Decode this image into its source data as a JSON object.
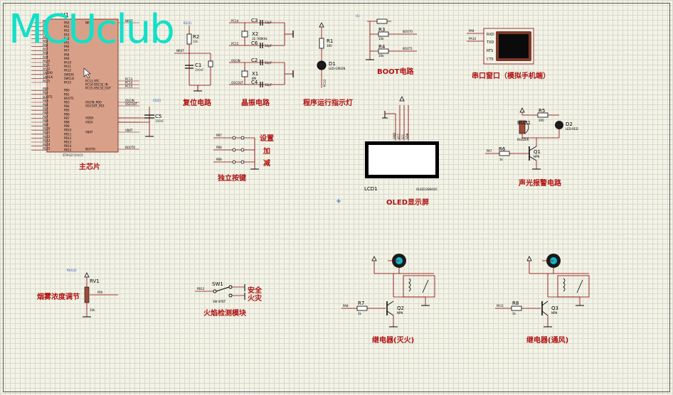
{
  "watermark": "MCUclub",
  "mcu": {
    "ref": "U1",
    "part": "STM32F103C6",
    "title": "主芯片",
    "left_pins": [
      "PA0",
      "PA1",
      "PA2",
      "PA3",
      "PA4",
      "PA5",
      "PA6",
      "PA7",
      "PA8",
      "PA9",
      "PA10",
      "PA11",
      "PA12",
      "SWDIO",
      "SWCLK",
      "PA15",
      "",
      "PB0",
      "PB1",
      "BOOT1",
      "PB3",
      "PB4",
      "PB5",
      "PB6",
      "PB7",
      "PB8",
      "PB9",
      "PB10",
      "PB11",
      "PB12",
      "PB13",
      "PB14",
      "PB15"
    ],
    "right_pins": [
      "NRST",
      "PC13_RTC",
      "PC14-OSC32_IN",
      "PC15-OSC32_OUT",
      "OSCIN_PD0",
      "OSCOUT_PD1",
      "VDDA",
      "VSSA",
      "VBAT",
      "BOOT0"
    ],
    "right_nets": [
      "NRST",
      "PC13",
      "PC14",
      "PC15",
      "OSCIN",
      "OSCOUT",
      "",
      "",
      "VBAT",
      "BOOT0"
    ]
  },
  "reset": {
    "title": "复位电路",
    "r_ref": "R2",
    "r_val": "10k",
    "c_ref": "C1",
    "c_val": "100nF",
    "net": "NRST",
    "supply": "R2(2)"
  },
  "crystal": {
    "title": "晶振电路",
    "c3": "C3",
    "c6": "C6",
    "c2": "C2",
    "c4": "C4",
    "cval": "12pF",
    "x2": "X2",
    "x2_val": "32.768KHz",
    "x1": "X1",
    "x1_val": "8M",
    "nets": [
      "PC14",
      "PC15",
      "OSCIN",
      "OSCOUT"
    ]
  },
  "led": {
    "title": "程序运行指示灯",
    "r_ref": "R1",
    "r_val": "300",
    "d_ref": "D1",
    "d_val": "LED-GREEN",
    "net": "PC13"
  },
  "boot": {
    "title": "BOOT电路",
    "r3": "R3",
    "r4": "R4",
    "rval": "10k",
    "nets": [
      "BOOT0",
      "BOOT1"
    ],
    "supply": "(1)"
  },
  "uart": {
    "title": "串口窗口（模拟手机端）",
    "pins": [
      "RXD",
      "TXD",
      "RTS",
      "CTS"
    ],
    "nets": [
      "PA9",
      "PA10"
    ]
  },
  "c5": {
    "ref": "C5",
    "val": "100nF",
    "supply": "C5(2)"
  },
  "keys": {
    "title": "独立按键",
    "nets": [
      "PB7",
      "PB8",
      "PB9"
    ],
    "labels": [
      "设置",
      "加",
      "减"
    ]
  },
  "oled": {
    "ref": "LCD1",
    "part": "OLED12864I2C",
    "title": "OLED显示屏",
    "pins": [
      "GND",
      "VCC",
      "SCL",
      "SDA"
    ]
  },
  "buzzer": {
    "title": "声光报警电路",
    "r5": "R5",
    "r5_val": "300",
    "d2": "D2",
    "d2_val": "LED-RED",
    "buz": "BUZ1",
    "buz_val": "BUZZER",
    "r6": "R6",
    "r6_val": "1k",
    "q1": "Q1",
    "q1_val": "NPN",
    "net": "PA7"
  },
  "smoke": {
    "title": "烟雾浓度调节",
    "ref": "RV1",
    "val": "10k",
    "net": "PA0",
    "supply": "RV1(2)"
  },
  "flame": {
    "title": "火焰检测模块",
    "ref": "SW1",
    "part": "SW-SPDT",
    "net": "PB12",
    "labels": [
      "安全",
      "火灾"
    ]
  },
  "relay1": {
    "title": "继电器(灭火)",
    "r": "R7",
    "rval": "1k",
    "q": "Q2",
    "qval": "NPN",
    "net": "PA8"
  },
  "relay2": {
    "title": "继电器(通风)",
    "r": "R8",
    "rval": "1k",
    "q": "Q3",
    "qval": "NPN",
    "net": "PA11"
  }
}
